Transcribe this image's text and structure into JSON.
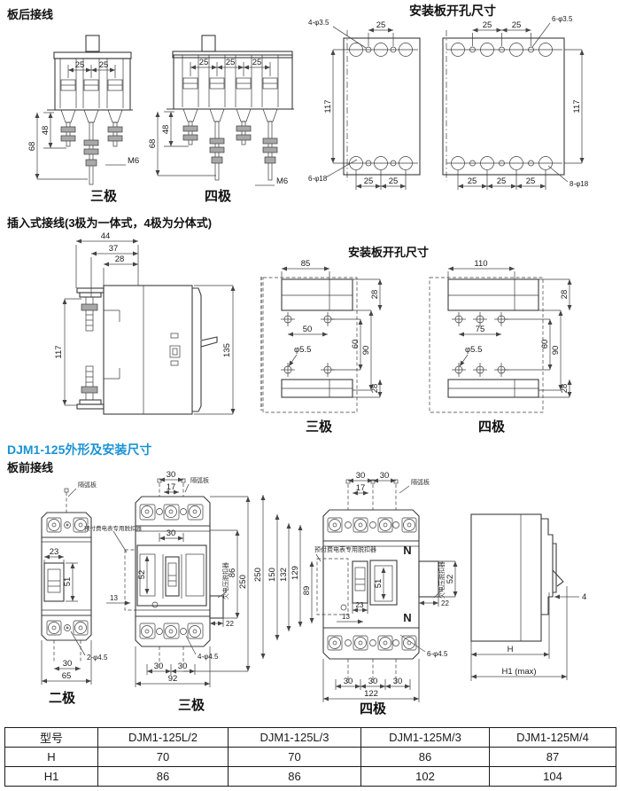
{
  "titles": {
    "rear_wiring": "板后接线",
    "plate_holes_1": "安装板开孔尺寸",
    "plug_wiring": "插入式接线(3极为一体式，4极为分体式)",
    "plate_holes_2": "安装板开孔尺寸",
    "outline": "DJM1-125外形及安装尺寸",
    "front_wiring": "板前接线"
  },
  "captions": {
    "p2": "二极",
    "p3": "三极",
    "p4": "四极"
  },
  "labels": {
    "arc_plate": "隔弧板",
    "release": "预付费电表专用脱扣器",
    "undervoltage": "欠电压脱扣器"
  },
  "rear3": {
    "d25a": "25",
    "d25b": "25",
    "d48": "48",
    "d68": "68",
    "m6": "M6"
  },
  "rear4": {
    "d25a": "25",
    "d25b": "25",
    "d25c": "25",
    "d48": "48",
    "d68": "68",
    "m6": "M6"
  },
  "plate_rear3": {
    "holes_small": "4-φ3.5",
    "pitch_top": "25",
    "height": "117",
    "holes_big": "6-φ18",
    "pitch_b1": "25",
    "pitch_b2": "25"
  },
  "plate_rear4": {
    "holes_small": "6-φ3.5",
    "pitch_t1": "25",
    "pitch_t2": "25",
    "height": "117",
    "holes_big": "8-φ18",
    "pitch_b1": "25",
    "pitch_b2": "25",
    "pitch_b3": "25"
  },
  "plug": {
    "d44": "44",
    "d37": "37",
    "d28": "28",
    "d117": "117",
    "d135": "135"
  },
  "plate_plug3": {
    "w": "85",
    "slot": "28",
    "pitch": "50",
    "v1": "60",
    "v2": "90",
    "hole": "φ5.5",
    "slot2": "28"
  },
  "plate_plug4": {
    "w": "110",
    "slot": "28",
    "pitch": "75",
    "v1": "60",
    "v2": "90",
    "hole": "φ5.5",
    "slot2": "28"
  },
  "front2": {
    "d23": "23",
    "d51": "51",
    "holes": "2-φ4.5",
    "d30": "30",
    "d65": "65"
  },
  "front3": {
    "d30t": "30",
    "d17": "17",
    "d30i": "30",
    "d13": "13",
    "d52": "52",
    "d86": "86",
    "d250": "250",
    "d22": "22",
    "holes": "4-φ4.5",
    "d30a": "30",
    "d30b": "30",
    "d92": "92"
  },
  "front4": {
    "d30a": "30",
    "d30b": "30",
    "d17": "17",
    "n": "N",
    "d250": "250",
    "d150": "150",
    "d132": "132",
    "d129": "129",
    "d89": "89",
    "d51": "51",
    "d23": "23",
    "d13": "13",
    "d52": "52",
    "d22": "22",
    "holes": "6-φ4.5",
    "d30c": "30",
    "d30d": "30",
    "d30e": "30",
    "d122": "122"
  },
  "side": {
    "d4": "4",
    "h": "H",
    "h1": "H1 (max)"
  },
  "table": {
    "headers": [
      "型号",
      "DJM1-125L/2",
      "DJM1-125L/3",
      "DJM1-125M/3",
      "DJM1-125M/4"
    ],
    "rows": [
      {
        "label": "H",
        "values": [
          "70",
          "70",
          "86",
          "87"
        ]
      },
      {
        "label": "H1",
        "values": [
          "86",
          "86",
          "102",
          "104"
        ]
      }
    ]
  }
}
